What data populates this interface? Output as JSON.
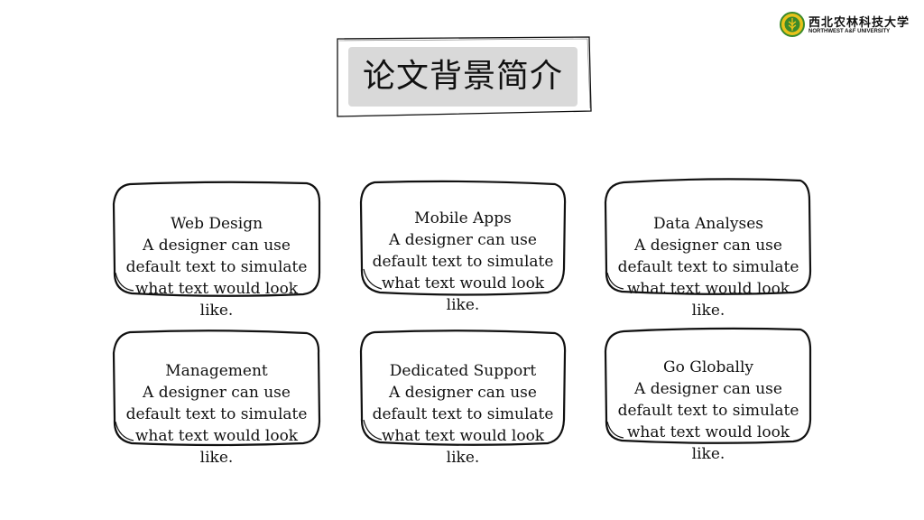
{
  "logo": {
    "name_cn": "西北农林科技大学",
    "name_en": "NORTHWEST A&F UNIVERSITY",
    "emblem_icon": "university-emblem-icon"
  },
  "title": "论文背景简介",
  "cards": [
    {
      "title": "Web Design",
      "body": "A designer can use default text to simulate what text would look like."
    },
    {
      "title": "Mobile Apps",
      "body": "A designer can use default text to simulate what text would look like."
    },
    {
      "title": "Data Analyses",
      "body": "A designer can use default text to simulate what text would look like."
    },
    {
      "title": "Management",
      "body": "A designer can use default text to simulate what text would look like."
    },
    {
      "title": "Dedicated Support",
      "body": "A designer can use default text to simulate what text would look like."
    },
    {
      "title": "Go Globally",
      "body": "A designer can use default text to simulate what text would look like."
    }
  ],
  "colors": {
    "ink": "#111111",
    "title_fill": "#d9d9d9",
    "emblem_green": "#3a8a2a",
    "emblem_yellow": "#e8c21a"
  }
}
